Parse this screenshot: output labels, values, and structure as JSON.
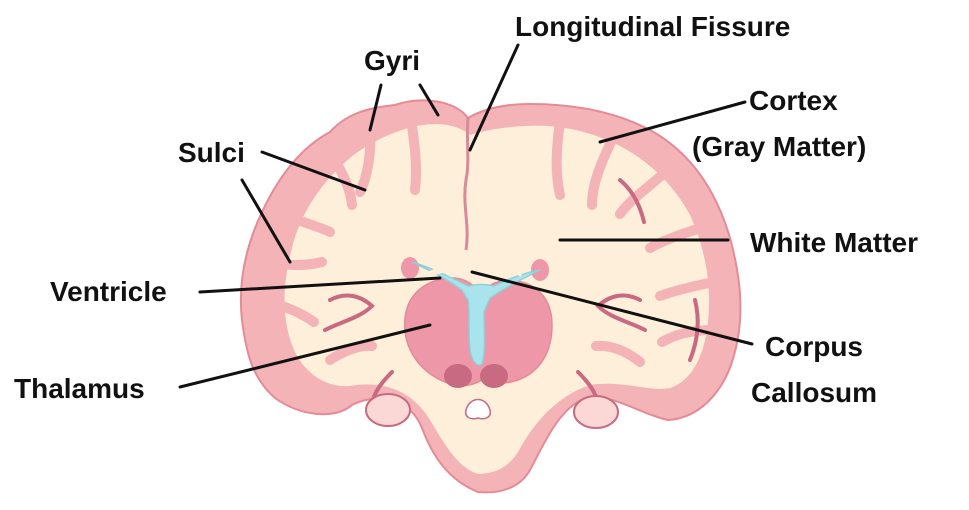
{
  "labels": {
    "longitudinal_fissure": "Longitudinal Fissure",
    "gyri": "Gyri",
    "cortex_line1": "Cortex",
    "cortex_line2": "(Gray Matter)",
    "sulci": "Sulci",
    "white_matter": "White Matter",
    "ventricle": "Ventricle",
    "corpus_line1": "Corpus",
    "corpus_line2": "Callosum",
    "thalamus": "Thalamus"
  },
  "colors": {
    "gray_matter": "#f4b3b7",
    "gray_matter_edge": "#e48b96",
    "white_matter": "#fdefd9",
    "ventricle": "#a9e4ec",
    "deep_nuclei": "#ee97a8",
    "dark_fold": "#c76a82",
    "text": "#111111"
  }
}
